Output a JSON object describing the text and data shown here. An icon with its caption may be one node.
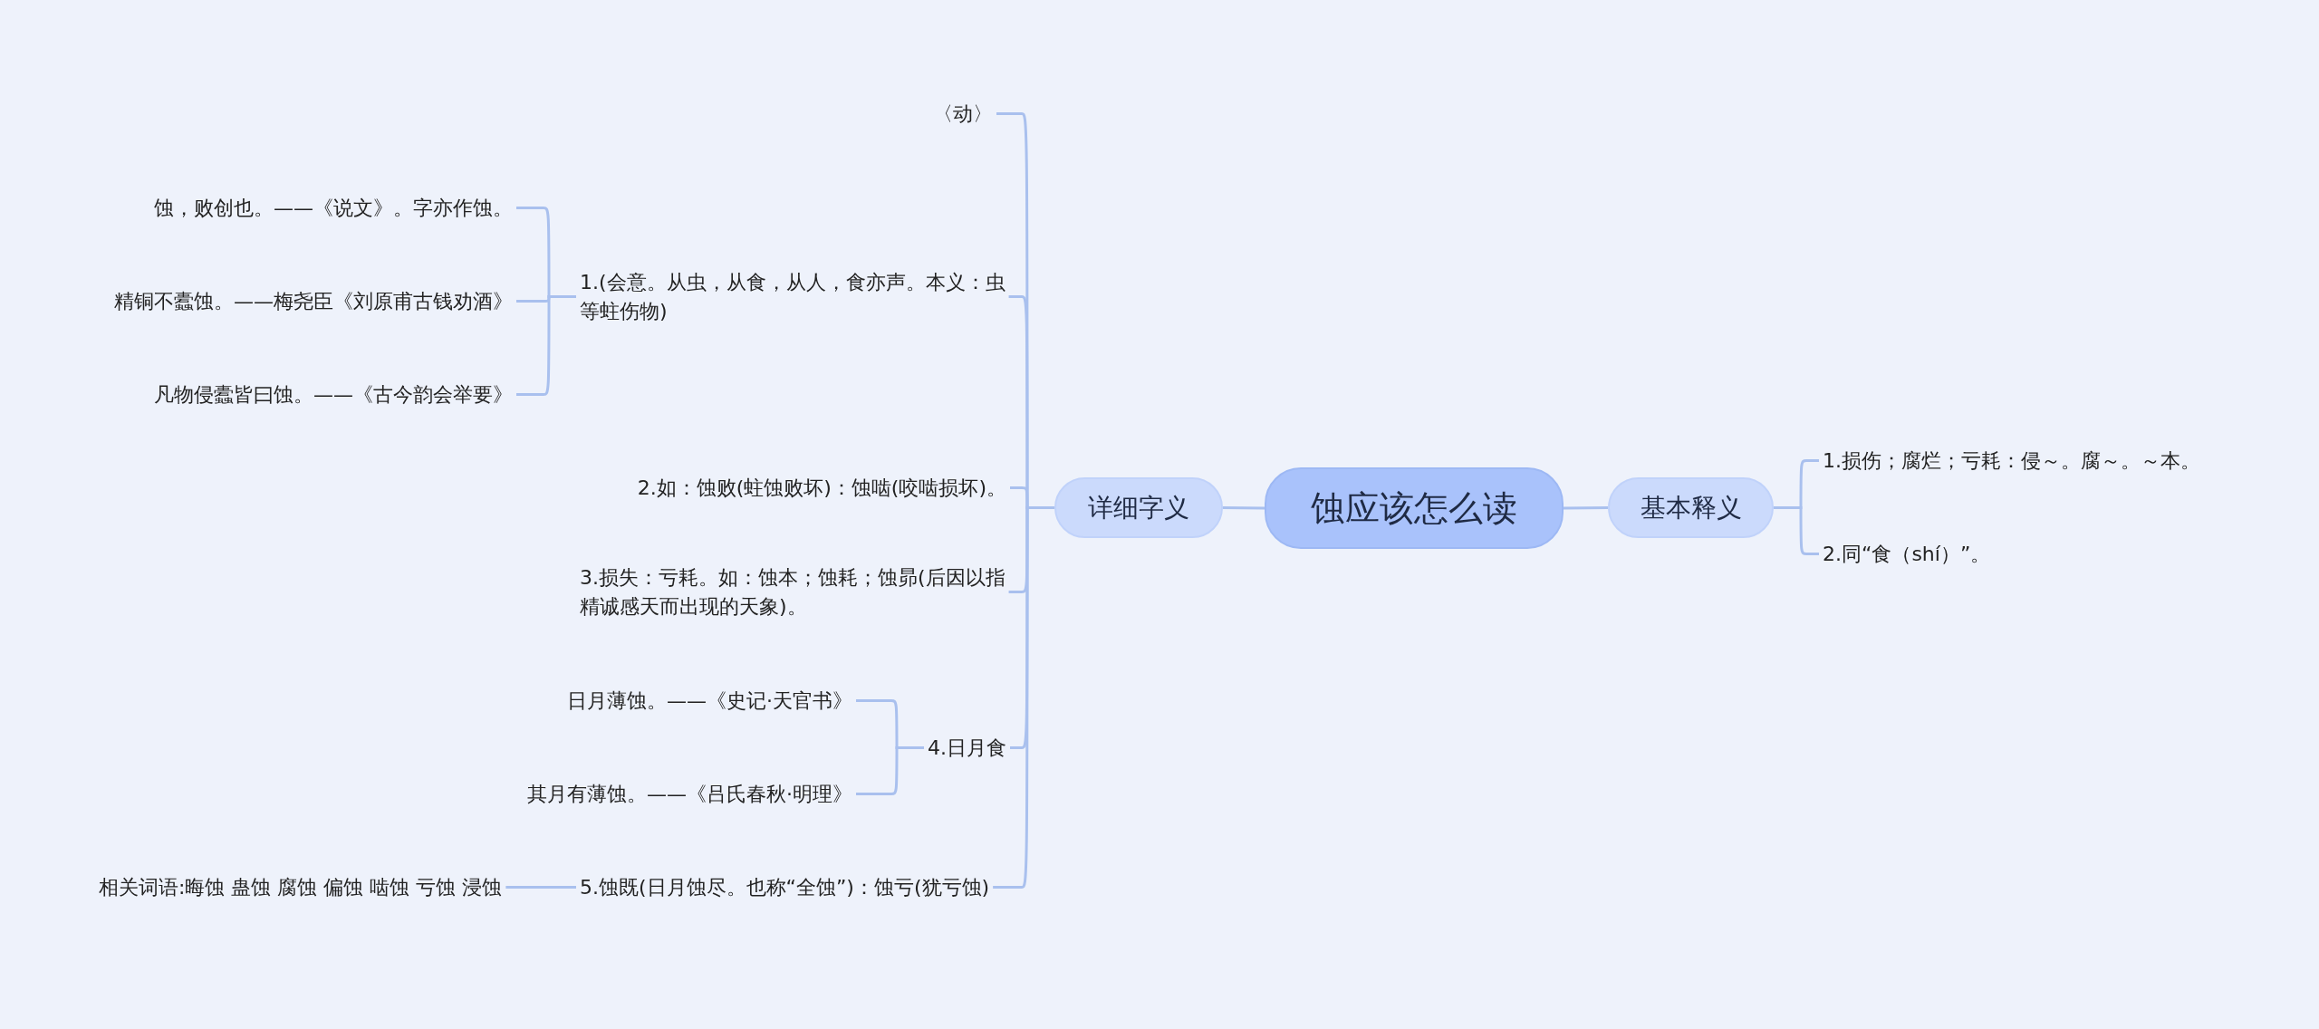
{
  "diagram": {
    "nodes": [
      {
        "text": [
          "蚀应该怎么读"
        ]
      },
      {
        "text": [
          "详细字义"
        ]
      },
      {
        "text": [
          "基本释义"
        ]
      },
      {
        "text": [
          "〈动〉"
        ]
      },
      {
        "text": [
          "1.(会意。从虫，从食，从人，食亦声。本义：虫等蛀伤物)"
        ]
      },
      {
        "text": [
          "蚀，败创也。——《说文》。字亦作蚀。"
        ]
      },
      {
        "text": [
          "精铜不蠹蚀。——梅尧臣《刘原甫古钱劝酒》"
        ]
      },
      {
        "text": [
          "凡物侵蠹皆曰蚀。——《古今韵会举要》"
        ]
      },
      {
        "text": [
          "2.如：蚀败(蛀蚀败坏)：蚀啮(咬啮损坏)。"
        ]
      },
      {
        "text": [
          "3.损失：亏耗。如：蚀本；蚀耗；蚀昴(后因以指精诚感天而出现的天象)。"
        ]
      },
      {
        "text": [
          "4.日月食"
        ]
      },
      {
        "text": [
          "日月薄蚀。——《史记·天官书》"
        ]
      },
      {
        "text": [
          "其月有薄蚀。——《吕氏春秋·明理》"
        ]
      },
      {
        "text": [
          "5.蚀既(日月蚀尽。也称“全蚀”)：蚀亏(犹亏蚀)"
        ]
      },
      {
        "text": [
          "相关词语:晦蚀 蛊蚀 腐蚀 偏蚀 啮蚀 亏蚀 浸蚀"
        ]
      },
      {
        "text": [
          "1.损伤；腐烂；亏耗：侵～。腐～。～本。"
        ]
      },
      {
        "text": [
          "2.同“食（shí）”。"
        ]
      }
    ],
    "edges": [
      {
        "from": 0,
        "to": 1,
        "arrow": "none"
      },
      {
        "from": 0,
        "to": 2,
        "arrow": "none"
      },
      {
        "from": 1,
        "to": 3,
        "arrow": "none"
      },
      {
        "from": 1,
        "to": 4,
        "arrow": "none"
      },
      {
        "from": 4,
        "to": 5,
        "arrow": "none"
      },
      {
        "from": 4,
        "to": 6,
        "arrow": "none"
      },
      {
        "from": 4,
        "to": 7,
        "arrow": "none"
      },
      {
        "from": 1,
        "to": 8,
        "arrow": "none"
      },
      {
        "from": 1,
        "to": 9,
        "arrow": "none"
      },
      {
        "from": 1,
        "to": 10,
        "arrow": "none"
      },
      {
        "from": 10,
        "to": 11,
        "arrow": "none"
      },
      {
        "from": 10,
        "to": 12,
        "arrow": "none"
      },
      {
        "from": 1,
        "to": 13,
        "arrow": "none"
      },
      {
        "from": 13,
        "to": 14,
        "arrow": "none"
      },
      {
        "from": 2,
        "to": 15,
        "arrow": "none"
      },
      {
        "from": 2,
        "to": 16,
        "arrow": "none"
      }
    ]
  }
}
